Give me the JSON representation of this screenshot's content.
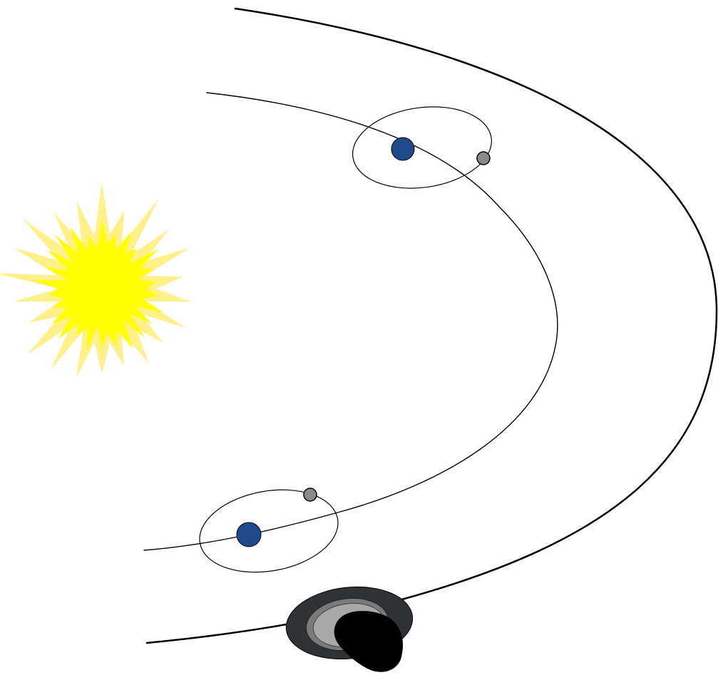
{
  "diagram": {
    "colors": {
      "background": "#ffffff",
      "orbit_stroke": "#000000",
      "sun_core": "#ffff00",
      "sun_corona": "#fff08a",
      "planet_fill": "#1f4a8a",
      "moon_fill": "#8a8a8a",
      "ringed_body_outer": "#2f3335",
      "ringed_body_mid": "#7a7a7a",
      "ringed_body_inner": "#a8a8a8",
      "occluding_blob": "#000000"
    },
    "elements": {
      "sun": {
        "icon": "sun-icon"
      },
      "inner_orbit": {
        "icon": "orbit-path"
      },
      "outer_orbit": {
        "icon": "orbit-path"
      },
      "planets": [
        {
          "name": "planet-upper",
          "icon": "planet-icon",
          "moon_icon": "moon-icon"
        },
        {
          "name": "planet-lower",
          "icon": "planet-icon",
          "moon_icon": "moon-icon"
        }
      ],
      "ringed_body": {
        "icon": "ringed-planet-icon"
      }
    }
  }
}
